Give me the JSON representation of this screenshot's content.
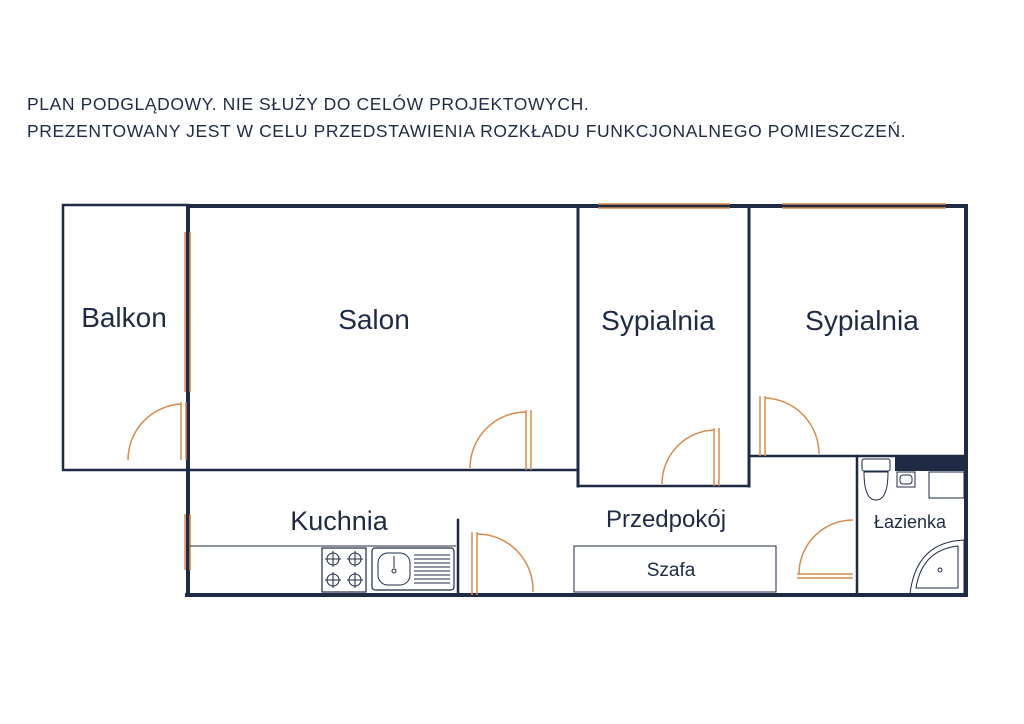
{
  "disclaimer": {
    "line1": "PLAN PODGLĄDOWY. NIE SŁUŻY DO CELÓW PROJEKTOWYCH.",
    "line2": "PREZENTOWANY JEST W CELU PRZEDSTAWIENIA ROZKŁADU FUNKCJONALNEGO POMIESZCZEŃ."
  },
  "rooms": {
    "balkon": "Balkon",
    "salon": "Salon",
    "sypialnia_1": "Sypialnia",
    "sypialnia_2": "Sypialnia",
    "kuchnia": "Kuchnia",
    "przedpokoj": "Przedpokój",
    "szafa": "Szafa",
    "lazienka": "Łazienka"
  },
  "colors": {
    "wall": "#1f2a44",
    "door": "#d98a4a",
    "text": "#1f2a44"
  }
}
